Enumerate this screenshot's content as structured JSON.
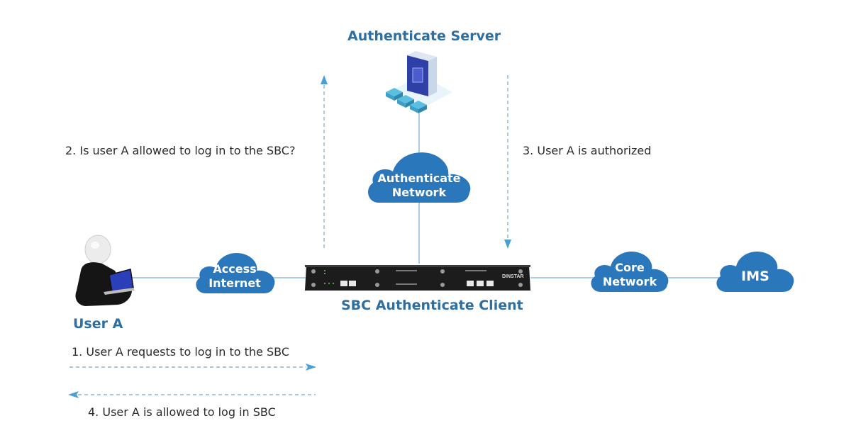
{
  "diagram": {
    "nodes": {
      "auth_server": {
        "label": "Authenticate Server"
      },
      "auth_network": {
        "label_line1": "Authenticate",
        "label_line2": "Network"
      },
      "access_internet": {
        "label_line1": "Access",
        "label_line2": "Internet"
      },
      "core_network": {
        "label_line1": "Core",
        "label_line2": "Network"
      },
      "ims": {
        "label": "IMS"
      },
      "sbc": {
        "label": "SBC  Authenticate Client",
        "brand": "DINSTAR"
      },
      "user": {
        "label": "User A"
      }
    },
    "steps": [
      {
        "number": 1,
        "text": "1. User A requests to log in to the SBC",
        "direction": "right"
      },
      {
        "number": 2,
        "text": "2. Is user A allowed to log in to the SBC?",
        "direction": "up"
      },
      {
        "number": 3,
        "text": "3. User A is authorized",
        "direction": "down"
      },
      {
        "number": 4,
        "text": "4. User A is allowed to log in SBC",
        "direction": "left"
      }
    ],
    "colors": {
      "cloud": "#2b77bb",
      "title": "#2e6ea0",
      "line": "#7fb1d6",
      "arrow": "#4a9fd4",
      "text": "#2b2b2b"
    }
  }
}
